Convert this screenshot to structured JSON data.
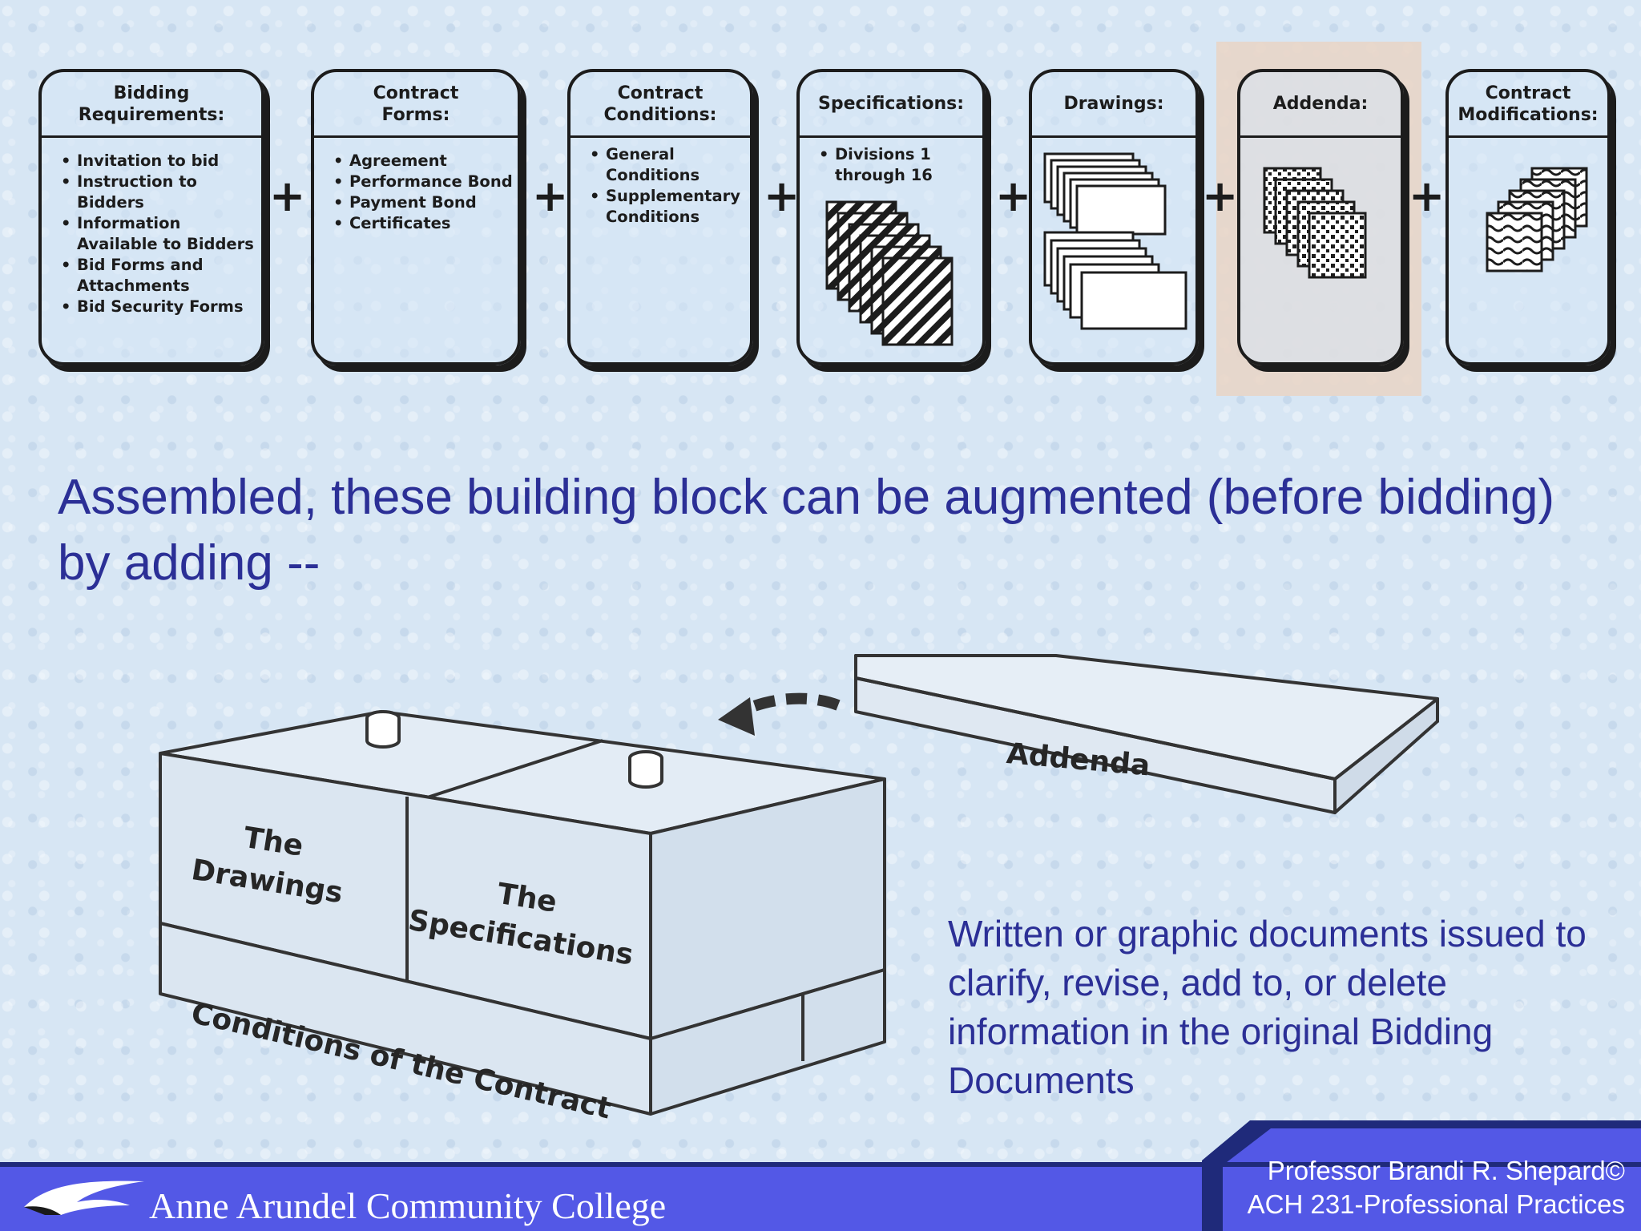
{
  "blocks": [
    {
      "title": "Bidding\nRequirements:",
      "items": [
        "Invitation to bid",
        "Instruction to\nBidders",
        "Information\nAvailable to Bidders",
        "Bid Forms and\nAttachments",
        "Bid Security Forms"
      ]
    },
    {
      "title": "Contract\nForms:",
      "items": [
        "Agreement",
        "Performance Bond",
        "Payment Bond",
        "Certificates"
      ]
    },
    {
      "title": "Contract\nConditions:",
      "items": [
        "General\nConditions",
        "Supplementary\nConditions"
      ]
    },
    {
      "title": "Specifications:",
      "items": [
        "Divisions 1\nthrough 16"
      ],
      "icon": "striped-page-stack-icon"
    },
    {
      "title": "Drawings:",
      "items": [],
      "icon": "drawing-sheet-stack-icon"
    },
    {
      "title": "Addenda:",
      "items": [],
      "icon": "dotted-page-stack-icon",
      "highlight_color": "#e9d4c4"
    },
    {
      "title": "Contract\nModifications:",
      "items": [],
      "icon": "wavy-page-stack-icon"
    }
  ],
  "plus_symbol": "+",
  "heading": "Assembled, these building block can be augmented (before bidding) by adding --",
  "illustration": {
    "drawings_label": "The\nDrawings",
    "specifications_label": "The\nSpecifications",
    "conditions_label": "Conditions of the Contract",
    "addenda_label": "Addenda",
    "arrow_icon": "dashed-curved-arrow-icon"
  },
  "definition": "Written or graphic documents issued to clarify, revise, add to, or delete information in the original Bidding Documents",
  "footer": {
    "college": "Anne Arundel Community College",
    "professor": "Professor Brandi R. Shepard©",
    "course": "ACH 231-Professional Practices",
    "logo_icon": "bird-logo-icon"
  },
  "colors": {
    "heading_text": "#2b2f96",
    "footer_band": "#5358e6",
    "footer_dark": "#1f2a7a",
    "background": "#d7e6f4"
  }
}
